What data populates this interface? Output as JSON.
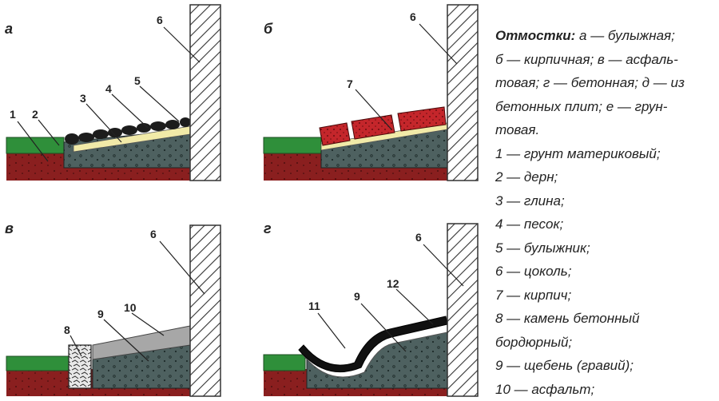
{
  "panels": {
    "a": {
      "letter": "а",
      "labels": {
        "n1": "1",
        "n2": "2",
        "n3": "3",
        "n4": "4",
        "n5": "5",
        "n6": "6"
      }
    },
    "b": {
      "letter": "б",
      "labels": {
        "n6": "6",
        "n7": "7"
      }
    },
    "v": {
      "letter": "в",
      "labels": {
        "n6": "6",
        "n8": "8",
        "n9": "9",
        "n10": "10"
      }
    },
    "g": {
      "letter": "г",
      "labels": {
        "n6": "6",
        "n9": "9",
        "n11": "11",
        "n12": "12"
      }
    }
  },
  "colors": {
    "soil": "#8a1f1f",
    "turf": "#2f8f3a",
    "gravel": "#4e6160",
    "clay": "#f1eaa8",
    "brick": "#c4262b",
    "asphalt": "#a7a7a7",
    "plinth_hatch": "#333333",
    "cobble": "#1c1c1c"
  },
  "legend": {
    "title_bold": "Отмостки:",
    "title_lines": [
      " а — булыжная;",
      "б — кирпичная; в — асфаль-",
      "товая; г — бетонная; д — из",
      "бетонных плит; е — грун-",
      "товая."
    ],
    "items": [
      "1 — грунт материковый;",
      "2 — дерн;",
      "3 — глина;",
      "4 — песок;",
      "5 — булыжник;",
      "6 — цоколь;",
      "7 — кирпич;",
      "8 — камень бетонный",
      "бордюрный;",
      "9 — щебень (гравий);",
      "10 — асфальт;"
    ]
  }
}
